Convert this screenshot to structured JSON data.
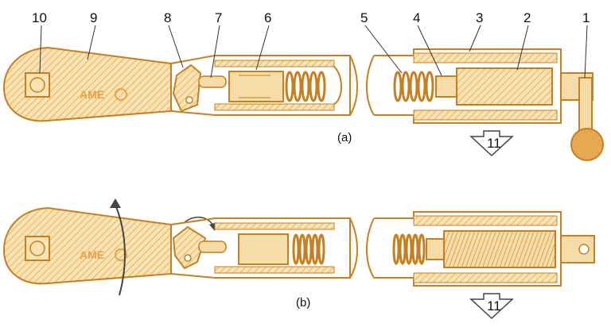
{
  "figure": {
    "callouts": [
      "10",
      "9",
      "8",
      "7",
      "6",
      "5",
      "4",
      "3",
      "2",
      "1"
    ],
    "sub_a": "(a)",
    "sub_b": "(b)",
    "arrow_label_a": "11",
    "arrow_label_b": "11",
    "logo_a": "AME",
    "logo_b": "AME"
  },
  "colors": {
    "body": "#f6dca6",
    "stroke": "#c77f1f",
    "hatch": "#d99a3e",
    "background": "#ffffff",
    "text": "#111111"
  }
}
